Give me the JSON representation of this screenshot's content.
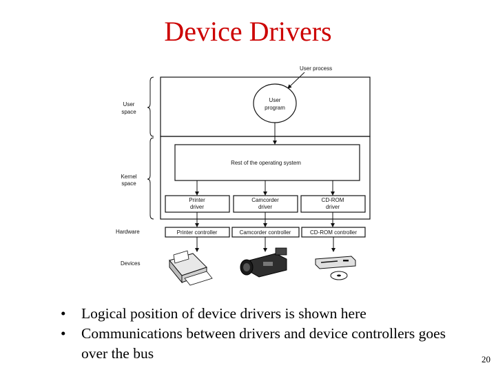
{
  "slide": {
    "title": "Device Drivers",
    "page_number": "20"
  },
  "diagram": {
    "user_process_label": "User process",
    "user_space_label": [
      "User",
      "space"
    ],
    "kernel_space_label": [
      "Kernel",
      "space"
    ],
    "hardware_label": "Hardware",
    "devices_label": "Devices",
    "user_program_label": [
      "User",
      "program"
    ],
    "rest_of_os_label": "Rest of the operating system",
    "printer_driver_label": [
      "Printer",
      "driver"
    ],
    "camcorder_driver_label": [
      "Camcorder",
      "driver"
    ],
    "cdrom_driver_label": [
      "CD-ROM",
      "driver"
    ],
    "printer_controller_label": "Printer controller",
    "camcorder_controller_label": "Camcorder controller",
    "cdrom_controller_label": "CD-ROM controller"
  },
  "bullets": [
    {
      "marker": "•",
      "text": "Logical position of device drivers is shown here"
    },
    {
      "marker": "•",
      "text": "Communications between drivers and device controllers goes over the bus"
    }
  ]
}
